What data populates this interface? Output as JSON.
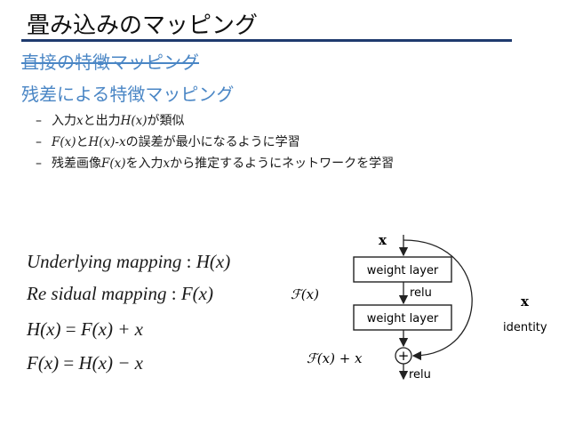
{
  "slide": {
    "title": "畳み込みのマッピング",
    "heading_struck": "直接の特徴マッピング",
    "heading": "残差による特徴マッピング",
    "bullets": [
      {
        "dash": "–",
        "a": "入力",
        "b": "x",
        "c": "と出力",
        "d": "H(x)",
        "e": "が類似"
      },
      {
        "dash": "–",
        "a": "",
        "b": "F(x)",
        "c": "と",
        "d": "H(x)-x",
        "e": "の誤差が最小になるように学習"
      },
      {
        "dash": "–",
        "a": "残差画像",
        "b": "F(x)",
        "c": "を入力",
        "d": "x",
        "e": "から推定するようにネットワークを学習"
      }
    ],
    "equations": [
      {
        "lhs": "Underlying  mapping",
        "sep": " : ",
        "rhs": "H(x)"
      },
      {
        "lhs": "Re sidual  mapping",
        "sep": " : ",
        "rhs": "F(x)"
      },
      {
        "lhs": "H(x)",
        "sep": " = ",
        "rhs": "F(x) + x"
      },
      {
        "lhs": "F(x)",
        "sep": " = ",
        "rhs": "H(x) − x"
      }
    ]
  },
  "diagram": {
    "input_label": "x",
    "layer1": "weight layer",
    "relu1": "relu",
    "layer2": "weight layer",
    "fx_label": "ℱ(x)",
    "identity_x": "x",
    "identity": "identity",
    "sum_label": "ℱ(x) + x",
    "plus": "+",
    "relu2": "relu"
  }
}
